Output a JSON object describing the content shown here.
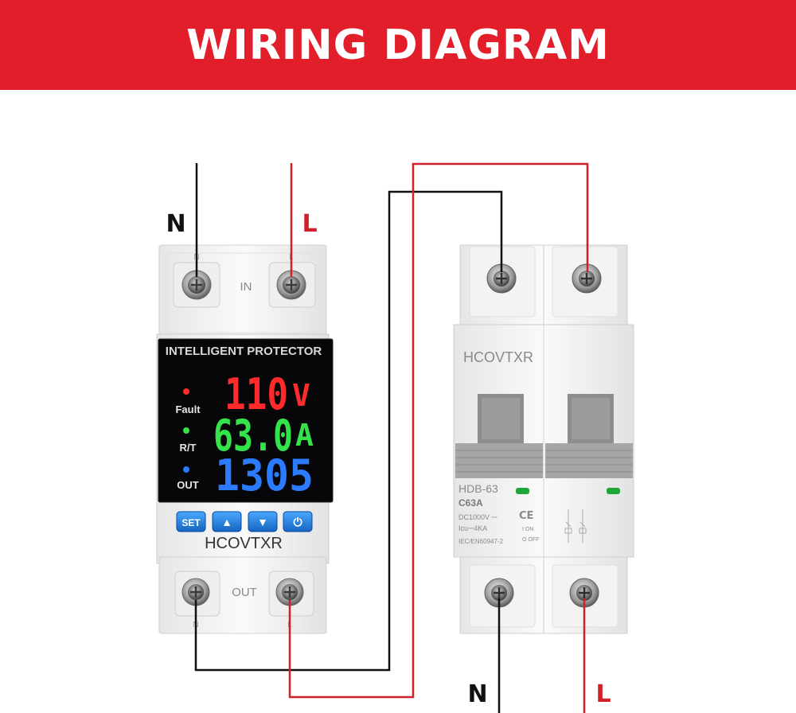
{
  "banner": {
    "title": "WIRING DIAGRAM"
  },
  "protector": {
    "in_label": "IN",
    "out_label": "OUT",
    "top_terminal_labels": [
      "N",
      "L"
    ],
    "bottom_terminal_labels": [
      "N",
      "L"
    ],
    "screen_title": "INTELLIGENT PROTECTOR",
    "voltage": "110",
    "voltage_unit": "V",
    "current": "63.0",
    "current_unit": "A",
    "power": "1305",
    "indicators": [
      {
        "label": "Fault",
        "color": "#ff2a2a"
      },
      {
        "label": "R/T",
        "color": "#34e24a"
      },
      {
        "label": "OUT",
        "color": "#2b7bff"
      }
    ],
    "buttons": {
      "set": "SET",
      "up": "▲",
      "down": "▼",
      "power": "⏻"
    },
    "brand": "HCOVTXR"
  },
  "breaker": {
    "brand": "HCOVTXR",
    "model": "HDB-63",
    "rating": "C63A",
    "spec_lines": [
      "DC1000V ⎓",
      "Icu⎓4KA",
      "IEC/EN60947-2"
    ],
    "on_off": [
      "I ON",
      "O OFF"
    ]
  },
  "wiring": {
    "input_labels": {
      "neutral": "N",
      "live": "L"
    },
    "output_labels": {
      "neutral": "N",
      "live": "L"
    },
    "neutral_color": "#111111",
    "live_color": "#d0212a"
  },
  "colors": {
    "banner": "#e31e2b",
    "voltage": "#ff2a2a",
    "current": "#34e24a",
    "power": "#2b7bff",
    "button": "#1e88e5"
  }
}
